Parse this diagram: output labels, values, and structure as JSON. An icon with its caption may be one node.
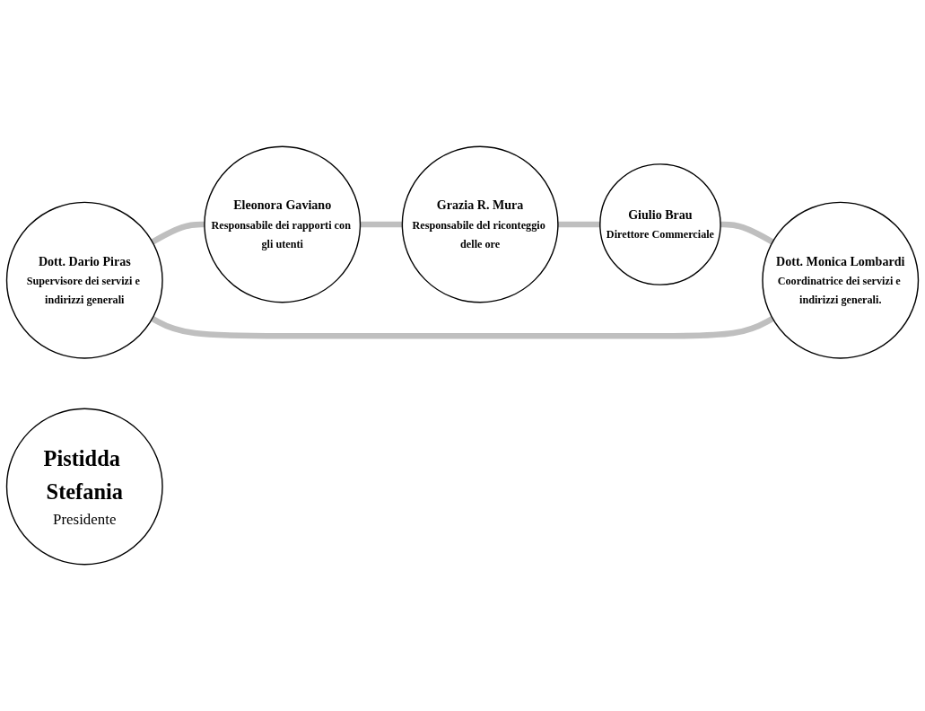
{
  "diagram": {
    "nodes": [
      {
        "text": [
          "Dott. Dario Piras",
          "Supervisore dei servizi e indirizzi generali"
        ]
      },
      {
        "text": [
          "Dott. Monica Lombardi",
          "Coordinatrice dei servizi e indirizzi generali."
        ]
      },
      {
        "text": [
          "Pistidda Stefania",
          "Presidente"
        ]
      },
      {
        "text": [
          "Eleonora Gaviano",
          "Responsabile dei rapporti con gli utenti"
        ]
      },
      {
        "text": [
          "Giulio Brau",
          "Direttore Commerciale"
        ]
      },
      {
        "text": [
          "Grazia R. Mura",
          "Responsabile del riconteggio delle ore"
        ]
      }
    ],
    "edges": [
      {
        "from": 0,
        "to": 3,
        "arrow": "none"
      },
      {
        "from": 3,
        "to": 5,
        "arrow": "none"
      },
      {
        "from": 5,
        "to": 4,
        "arrow": "none"
      },
      {
        "from": 4,
        "to": 1,
        "arrow": "none"
      },
      {
        "from": 1,
        "to": 0,
        "arrow": "none"
      }
    ]
  }
}
